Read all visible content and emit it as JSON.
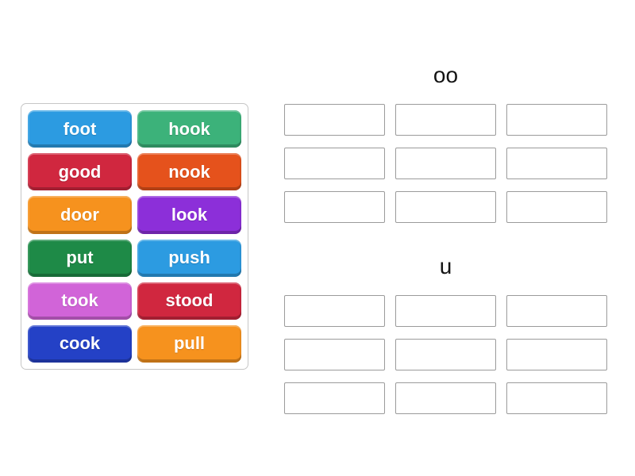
{
  "page": {
    "background_color": "#ffffff"
  },
  "word_bank": {
    "tiles": [
      {
        "label": "foot",
        "color": "#2C9BE1"
      },
      {
        "label": "hook",
        "color": "#3CB27A"
      },
      {
        "label": "good",
        "color": "#D0273F"
      },
      {
        "label": "nook",
        "color": "#E5521C"
      },
      {
        "label": "door",
        "color": "#F6921E"
      },
      {
        "label": "look",
        "color": "#8C2FD9"
      },
      {
        "label": "put",
        "color": "#1E8A47"
      },
      {
        "label": "push",
        "color": "#2C9BE1"
      },
      {
        "label": "took",
        "color": "#D164D8"
      },
      {
        "label": "stood",
        "color": "#D0273F"
      },
      {
        "label": "cook",
        "color": "#2441C6"
      },
      {
        "label": "pull",
        "color": "#F6921E"
      }
    ]
  },
  "groups": [
    {
      "label": "oo",
      "slot_count": 9
    },
    {
      "label": "u",
      "slot_count": 9
    }
  ]
}
